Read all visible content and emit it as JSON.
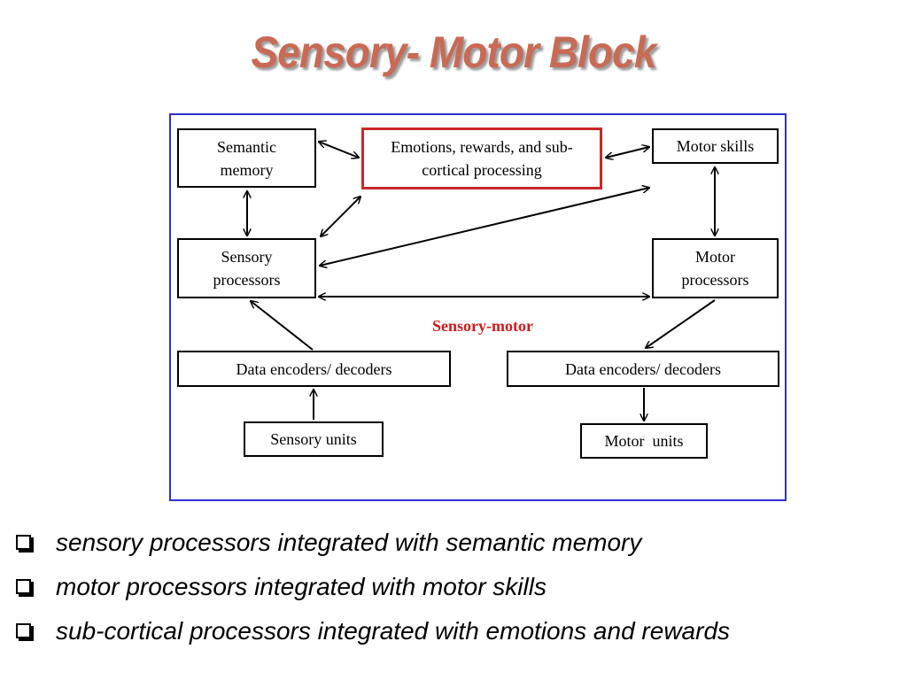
{
  "title": "Sensory- Motor Block",
  "diagram": {
    "center_label": "Sensory-motor",
    "boxes": {
      "semantic_memory": "Semantic memory",
      "emotions": "Emotions, rewards, and sub-cortical processing",
      "motor_skills": "Motor skills",
      "sensory_processors": "Sensory processors",
      "motor_processors": "Motor processors",
      "data_encoders_left": "Data encoders/ decoders",
      "data_encoders_right": "Data encoders/ decoders",
      "sensory_units": "Sensory units",
      "motor_units": "Motor  units"
    },
    "colors": {
      "frame": "#2f2fd0",
      "highlight_box": "#c8282a",
      "center_label": "#d11a1a",
      "title": "#c86a55"
    }
  },
  "bullets": [
    "sensory processors integrated with semantic memory",
    "motor processors integrated with motor skills",
    "sub-cortical processors integrated with emotions and rewards"
  ]
}
